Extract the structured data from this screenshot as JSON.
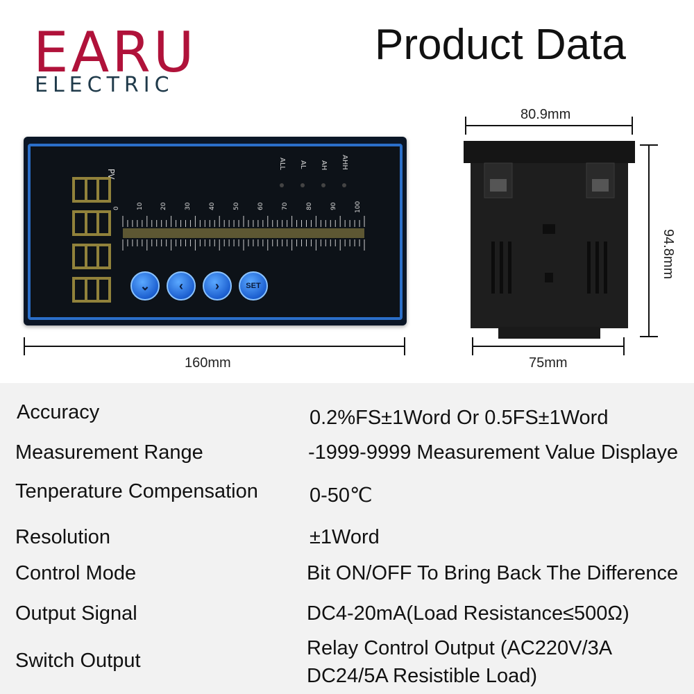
{
  "brand": {
    "name": "EARU",
    "sub": "ELECTRIC"
  },
  "title": "Product Data",
  "front_panel": {
    "pv_label": "PV",
    "alarm_labels": [
      "ALL",
      "AL",
      "AH",
      "AHH"
    ],
    "scale_ticks": [
      "0",
      "10",
      "20",
      "30",
      "40",
      "50",
      "60",
      "70",
      "80",
      "90",
      "100"
    ],
    "buttons": [
      "down-icon",
      "left-icon",
      "right-icon",
      "SET"
    ],
    "set_label": "SET"
  },
  "dimensions": {
    "front_width": "160mm",
    "side_width_top": "80.9mm",
    "side_width_bottom": "75mm",
    "side_height": "94.8mm"
  },
  "specs": [
    {
      "label": "Accuracy",
      "value": "0.2%FS±1Word Or 0.5FS±1Word"
    },
    {
      "label": "Measurement Range",
      "value": "-1999-9999 Measurement Value Displaye"
    },
    {
      "label": "Tenperature Compensation",
      "value": "0-50℃"
    },
    {
      "label": "Resolution",
      "value": "±1Word"
    },
    {
      "label": "Control Mode",
      "value": "Bit ON/OFF To Bring Back The Difference"
    },
    {
      "label": "Output Signal",
      "value": "DC4-20mA(Load Resistance≤500Ω)"
    },
    {
      "label": "Switch Output",
      "value": "Relay Control Output (AC220V/3A",
      "value2": "DC24/5A Resistible Load)"
    }
  ]
}
